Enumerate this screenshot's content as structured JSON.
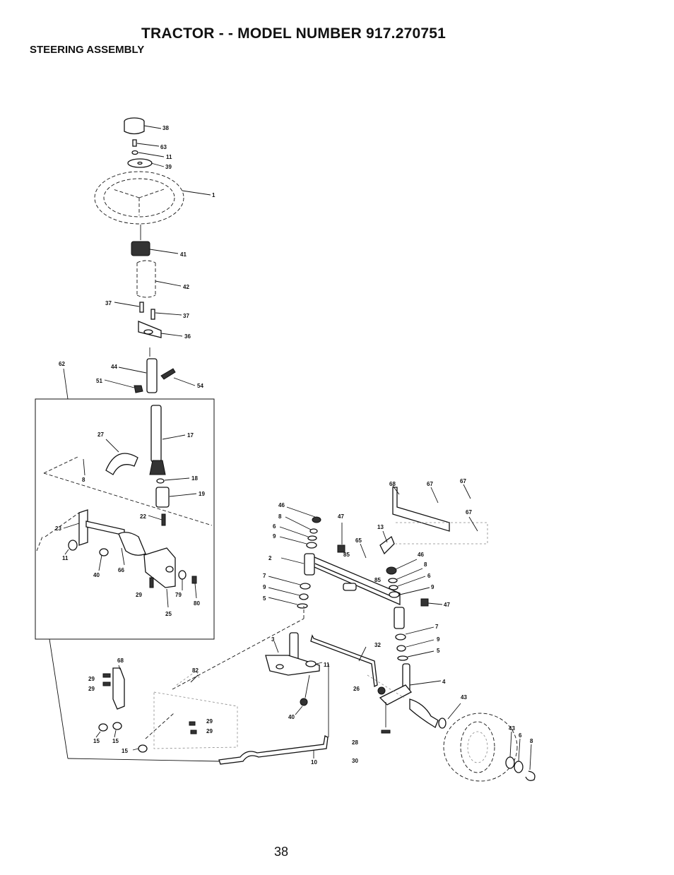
{
  "header": {
    "title": "TRACTOR - - MODEL NUMBER 917.270751",
    "subtitle": "STEERING ASSEMBLY"
  },
  "callouts": {
    "c38": "38",
    "c63": "63",
    "c11a": "11",
    "c39": "39",
    "c1": "1",
    "c41": "41",
    "c42": "42",
    "c37a": "37",
    "c37b": "37",
    "c36": "36",
    "c62": "62",
    "c44": "44",
    "c51": "51",
    "c54": "54",
    "c27": "27",
    "c17": "17",
    "c8a": "8",
    "c18": "18",
    "c19": "19",
    "c22": "22",
    "c23": "23",
    "c11b": "11",
    "c40a": "40",
    "c66": "66",
    "c29a": "29",
    "c79": "79",
    "c80": "80",
    "c25": "25",
    "c68a": "68",
    "c67a": "67",
    "c67b": "67",
    "c67c": "67",
    "c46a": "46",
    "c8b": "8",
    "c6a": "6",
    "c9a": "9",
    "c47a": "47",
    "c85a": "85",
    "c13": "13",
    "c65": "65",
    "c46b": "46",
    "c8c": "8",
    "c6b": "6",
    "c85b": "85",
    "c9b": "9",
    "c2": "2",
    "c7a": "7",
    "c9c": "9",
    "c5a": "5",
    "c47b": "47",
    "c7b": "7",
    "c9d": "9",
    "c5b": "5",
    "c3": "3",
    "c11c": "11",
    "c32": "32",
    "c4": "4",
    "c26": "26",
    "c40b": "40",
    "c43a": "43",
    "c43b": "43",
    "c6c": "6",
    "c8d": "8",
    "c68b": "68",
    "c29b": "29",
    "c29c": "29",
    "c82": "82",
    "c29d": "29",
    "c29e": "29",
    "c15a": "15",
    "c15b": "15",
    "c15c": "15",
    "c28": "28",
    "c10": "10",
    "c30": "30"
  },
  "footer": {
    "page_number": "38"
  }
}
